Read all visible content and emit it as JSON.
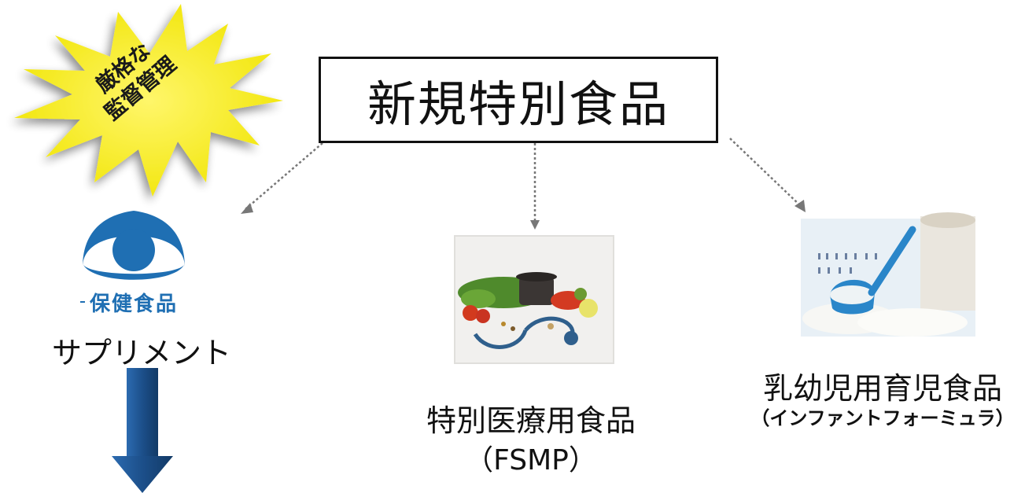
{
  "title": "新規特別食品",
  "burst": {
    "line1": "厳格な",
    "line2": "監督管理"
  },
  "branches": {
    "supplement": {
      "logo_text": "保健食品",
      "label": "サプリメント"
    },
    "fsmp": {
      "label": "特別医療用食品",
      "sublabel": "（FSMP）"
    },
    "infant": {
      "label": "乳幼児用育児食品",
      "sublabel": "（インファントフォーミュラ）"
    }
  },
  "colors": {
    "burst_fill": "#f5ec10",
    "logo_blue": "#1f6fb3",
    "arrow_blue": "#1c4f8a",
    "connector": "#777777"
  }
}
